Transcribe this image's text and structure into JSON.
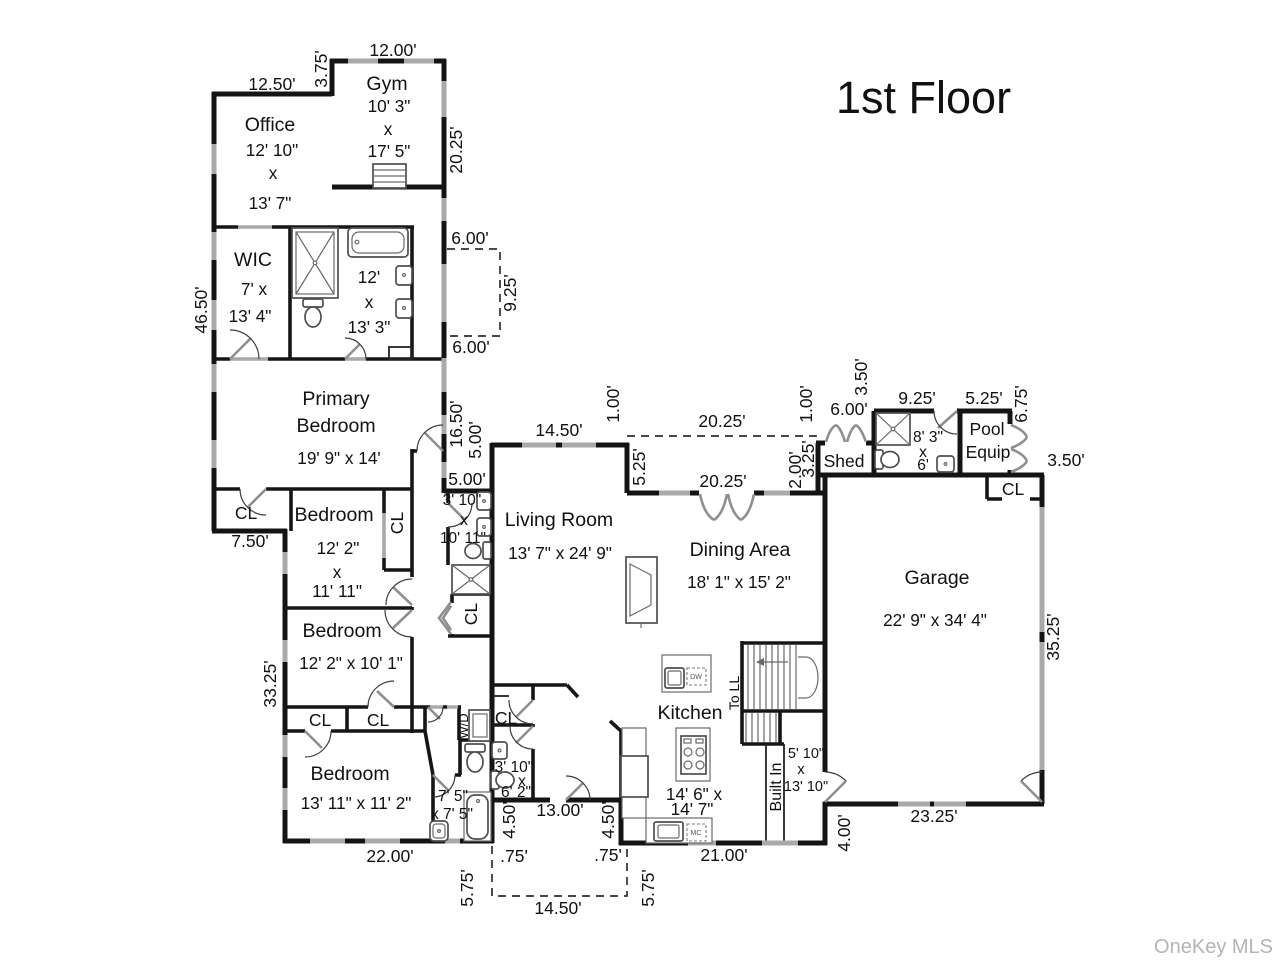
{
  "page": {
    "title": "1st Floor",
    "watermark": "OneKey MLS"
  },
  "rooms": {
    "office": {
      "name": "Office",
      "d1": "12' 10\"",
      "x": "x",
      "d2": "13' 7\""
    },
    "gym": {
      "name": "Gym",
      "d1": "10' 3\"",
      "x": "x",
      "d2": "17' 5\""
    },
    "wic": {
      "name": "WIC",
      "d1": "7' x",
      "d2": "13' 4\""
    },
    "primary_bath": {
      "d1": "12'",
      "x": "x",
      "d2": "13' 3\""
    },
    "primary_bedroom": {
      "name1": "Primary",
      "name2": "Bedroom",
      "dims": "19' 9\" x 14'"
    },
    "bedroom2": {
      "name": "Bedroom",
      "d1": "12' 2\"",
      "x": "x",
      "d2": "11' 11\""
    },
    "bedroom3": {
      "name": "Bedroom",
      "dims": "12' 2\" x 10' 1\""
    },
    "bedroom4": {
      "name": "Bedroom",
      "dims": "13' 11\" x 11' 2\""
    },
    "hall_bath": {
      "d1": "3' 10\"",
      "x": "x",
      "d2": "10' 11\""
    },
    "bath4": {
      "d1": "7' 5\"",
      "d2": "x 7' 5\""
    },
    "powder": {
      "d1": "3' 10\"",
      "x": "x",
      "d2": "6' 2\""
    },
    "living": {
      "name": "Living Room",
      "dims": "13' 7\" x 24' 9\""
    },
    "dining": {
      "name": "Dining Area",
      "dims": "18' 1\" x 15' 2\""
    },
    "kitchen": {
      "name": "Kitchen",
      "d1": "14' 6\" x",
      "d2": "14' 7\""
    },
    "mudroom": {
      "d1": "5' 10\"",
      "x": "x",
      "d2": "13' 10\""
    },
    "shed": {
      "name": "Shed"
    },
    "pool_equip": {
      "name1": "Pool",
      "name2": "Equip"
    },
    "shed_bath": {
      "d1": "8' 3\"",
      "x": "x",
      "d2": "6'"
    },
    "garage": {
      "name": "Garage",
      "dims": "22' 9\" x 34' 4\""
    }
  },
  "closet_label": "CL",
  "appliance_labels": {
    "washer_dryer": "W/D",
    "dishwasher": "DW",
    "microwave": "MC",
    "stairs_down": "To LL",
    "built_in": "Built In"
  },
  "dimensions": {
    "gym_top": "12.00'",
    "gym_left": "3.75'",
    "office_top": "12.50'",
    "gym_right": "20.25'",
    "porch_top": "6.00'",
    "porch_right": "9.25'",
    "porch_bottom": "6.00'",
    "left_wall": "46.50'",
    "hall_right": "16.50'",
    "entry_v": "5.00'",
    "entry_h": "5.00'",
    "deck_left": "1.00'",
    "living_top": "14.50'",
    "deck_top": "20.25'",
    "deck_right": "1.00'",
    "dining_top": "20.25'",
    "dining_step": "5.25'",
    "shed_jog_a": "2.00'",
    "shed_jog_b": "3.25'",
    "shed_top": "6.00'",
    "shed_upper": "3.50'",
    "shed_bath_top": "9.25'",
    "pool_top": "5.25'",
    "pool_right": "6.75'",
    "garage_gap": "3.50'",
    "closet_jog": "7.50'",
    "bedroom_wing_left": "33.25'",
    "bedroom_wing_bottom": "22.00'",
    "patio_left_v": "4.50'",
    "patio_top": "13.00'",
    "patio_right_v": "4.50'",
    "patio_left_offset": ".75'",
    "patio_right_offset": ".75'",
    "patio_left": "5.75'",
    "patio_right": "5.75'",
    "patio_bottom": "14.50'",
    "kitchen_bottom": "21.00'",
    "garage_corner": "4.00'",
    "garage_bottom": "23.25'",
    "garage_right": "35.25'"
  },
  "colors": {
    "wall": "#141414",
    "window": "#a9a9a9",
    "fixture": "#4f4f4f",
    "dashed": "#2f2f2f",
    "text": "#111111",
    "watermark": "#b4b4b4",
    "background": "#ffffff"
  }
}
